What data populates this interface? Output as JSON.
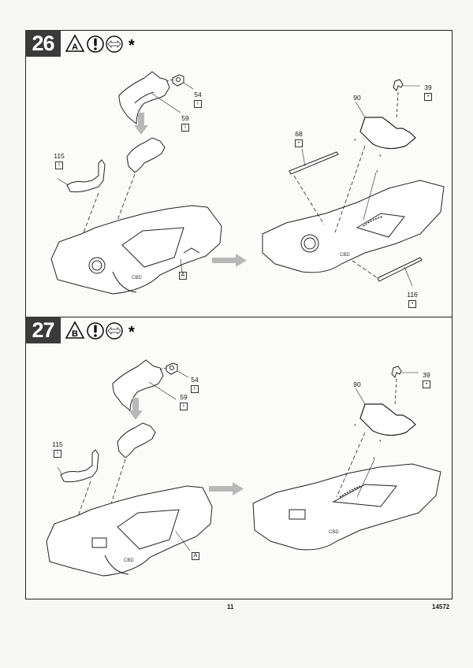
{
  "steps": [
    {
      "number": "26",
      "paint_code": "A",
      "asterisk": "*",
      "icons": [
        "paint-triangle-icon",
        "attention-icon",
        "options-arrows-icon",
        "asterisk-icon"
      ],
      "callouts": [
        {
          "part": "54",
          "marker": "I"
        },
        {
          "part": "59",
          "marker": "I"
        },
        {
          "part": "115",
          "marker": "I"
        },
        {
          "part": "A",
          "marker": ""
        },
        {
          "part": "39",
          "marker": "•"
        },
        {
          "part": "90",
          "marker": ""
        },
        {
          "part": "68",
          "marker": "•"
        },
        {
          "part": "116",
          "marker": "•"
        }
      ]
    },
    {
      "number": "27",
      "paint_code": "B",
      "asterisk": "*",
      "icons": [
        "paint-triangle-icon",
        "attention-icon",
        "options-arrows-icon",
        "asterisk-icon"
      ],
      "callouts": [
        {
          "part": "54",
          "marker": "I"
        },
        {
          "part": "59",
          "marker": "I"
        },
        {
          "part": "115",
          "marker": "I"
        },
        {
          "part": "A",
          "marker": ""
        },
        {
          "part": "39",
          "marker": "•"
        },
        {
          "part": "90",
          "marker": ""
        }
      ]
    }
  ],
  "footer": {
    "page_number": "11",
    "kit_code": "14572"
  },
  "colors": {
    "step_badge": "#3a3a3a",
    "arrow_gray": "#b8b8b8",
    "line": "#222222"
  }
}
